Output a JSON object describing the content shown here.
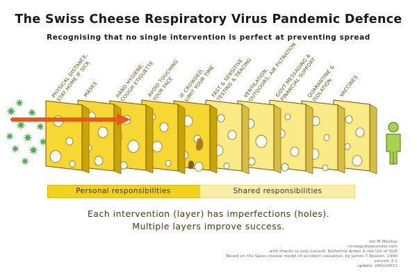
{
  "header": {
    "title": "The Swiss Cheese Respiratory Virus Pandemic Defence",
    "subtitle": "Recognising that no single intervention is perfect at preventing spread"
  },
  "layers": [
    {
      "label_lines": [
        "Physical distance,",
        "stay home if sick"
      ],
      "group": "personal"
    },
    {
      "label_lines": [
        "Masks"
      ],
      "group": "personal"
    },
    {
      "label_lines": [
        "Hand hygiene,",
        "cough etiquette"
      ],
      "group": "personal"
    },
    {
      "label_lines": [
        "Avoid touching",
        "your face"
      ],
      "group": "personal"
    },
    {
      "label_lines": [
        "If crowded,",
        "limit your time"
      ],
      "group": "personal"
    },
    {
      "label_lines": [
        "Fast & sensitive",
        "testing & tracing"
      ],
      "group": "shared"
    },
    {
      "label_lines": [
        "Ventilation,",
        "outdoors, air filtration"
      ],
      "group": "shared"
    },
    {
      "label_lines": [
        "Govt messaging &",
        "financial support"
      ],
      "group": "shared"
    },
    {
      "label_lines": [
        "Quarantine &",
        "isolation"
      ],
      "group": "shared"
    },
    {
      "label_lines": [
        "Vaccines"
      ],
      "group": "shared"
    }
  ],
  "groups": {
    "personal": "Personal responsibilities",
    "shared": "Shared responsibilities"
  },
  "captions": {
    "line1": "Each intervention (layer) has imperfections (holes).",
    "line2": "Multiple layers improve success."
  },
  "credits": {
    "author": "Ian M Mackay",
    "site": "virologydownunder.com",
    "thanks": "with thanks to Jody Lanard, Katherine Arden & the Uni of QLD",
    "basis": "Based on the Swiss cheese model of accident causation, by James T Reason, 1990",
    "version": "version 3.1",
    "update": "update: 24Oct2021"
  },
  "colors": {
    "cheese_personal": "#f7d731",
    "cheese_personal_edge": "#c9a300",
    "cheese_shared": "#faeb86",
    "cheese_shared_edge": "#d8bd45",
    "virus": "#4caf50",
    "arrow": "#e85a1b",
    "person": "#a6d44a"
  },
  "icons": [
    "virus-icon",
    "person-icon",
    "cheese-slice"
  ]
}
